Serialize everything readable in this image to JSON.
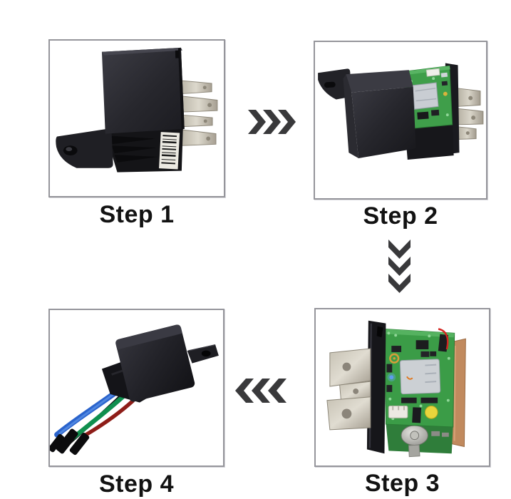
{
  "page": {
    "background_color": "#ffffff",
    "description": "Relay GPS tracker installation steps diagram"
  },
  "steps": [
    {
      "label": "Step 1",
      "photo": "relay-tracker-assembled",
      "position": "top-left"
    },
    {
      "label": "Step 2",
      "photo": "relay-tracker-cover-sliding-off",
      "position": "top-right"
    },
    {
      "label": "Step 3",
      "photo": "relay-tracker-pcb-exposed",
      "position": "bottom-right"
    },
    {
      "label": "Step 4",
      "photo": "relay-tracker-with-wiring-harness",
      "position": "bottom-left"
    }
  ],
  "arrows": [
    {
      "icon": "chevron-right-icon",
      "direction": "right",
      "from": "Step 1",
      "to": "Step 2",
      "glyph": "❯❯❯"
    },
    {
      "icon": "chevron-down-icon",
      "direction": "down",
      "from": "Step 2",
      "to": "Step 3",
      "glyph": "⌄⌄⌄"
    },
    {
      "icon": "chevron-left-icon",
      "direction": "left",
      "from": "Step 3",
      "to": "Step 4",
      "glyph": "❮❮❮"
    }
  ],
  "colors": {
    "frame_border": "#95959b",
    "label_text": "#121212",
    "arrow": "#39393b",
    "relay_body_black": "#222228",
    "pcb_green": "#3b9c47",
    "antenna_copper": "#c18a5e",
    "pin_metal": "#cfc9bc",
    "wire_blue": "#2a63cc",
    "wire_green": "#0f8f4e",
    "wire_red": "#8e1d18",
    "wire_black": "#101012"
  }
}
